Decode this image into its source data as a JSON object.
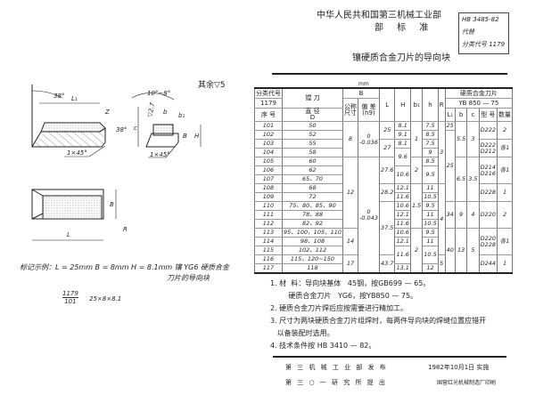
{
  "header": {
    "ministry": "中华人民共和国第三机械工业部",
    "standard_type": "部 标 准",
    "title": "镶硬质合金刀片的导向块",
    "code": "HB 3485-82",
    "replaces": "代替",
    "class_code": "分类代号 1179"
  },
  "drawing": {
    "surface_note": "其余▽5",
    "labels": {
      "angle1": "38°",
      "L1": "L₁",
      "Z": "Z",
      "angle2": "38°",
      "chamfer1": "1×45°",
      "angle3": "10°~8°",
      "r": "▽2.7",
      "b": "b",
      "b1": "b₁",
      "c": "c",
      "B": "B",
      "H": "H",
      "chamfer2": "1×45°",
      "B2": "B",
      "R": "R",
      "L": "L"
    }
  },
  "table": {
    "unit": "mm",
    "headers": {
      "seq_top": "分类代号",
      "seq_code": "1179",
      "seq": "序 号",
      "D_top": "镗 刀",
      "D": "直 径\nD",
      "B": "B",
      "B_nom": "公称\n尺寸",
      "B_tol": "偏 差\n(h9)",
      "L": "L",
      "H": "H",
      "b1": "b₁",
      "h": "h",
      "R": "R",
      "blade": "硬质合金刀片",
      "blade_std": "YB 850 — 75",
      "L1": "L₁",
      "b": "b",
      "c": "c",
      "type": "型 号",
      "qty": "数量"
    },
    "rows": [
      [
        [
          "101",
          1
        ],
        [
          "50",
          1
        ],
        [
          "8",
          4
        ],
        [
          "0\n-0.036",
          4
        ],
        [
          "25",
          2
        ],
        [
          "8.1",
          1
        ],
        [
          "1",
          4
        ],
        [
          "7.5",
          1
        ],
        [
          "3",
          7
        ],
        [
          "25",
          1
        ],
        [
          "5.5",
          4
        ],
        [
          "3",
          4
        ],
        [
          "D222",
          2
        ],
        [
          "2",
          2
        ]
      ],
      [
        [
          "102",
          1
        ],
        [
          "52",
          1
        ],
        [
          "9.1",
          1
        ],
        [
          "8.5",
          1
        ],
        [
          "25",
          8
        ]
      ],
      [
        [
          "103",
          1
        ],
        [
          "55",
          1
        ],
        [
          "27",
          2
        ],
        [
          "8.1",
          1
        ],
        [
          "7.5",
          1
        ],
        [
          "D222\nD212",
          2
        ],
        [
          "各1",
          2
        ]
      ],
      [
        [
          "104",
          1
        ],
        [
          "58",
          1
        ],
        [
          "9.6",
          2
        ],
        [
          "9",
          1
        ]
      ],
      [
        [
          "105",
          1
        ],
        [
          "60",
          1
        ],
        [
          "12",
          8
        ],
        [
          "0\n-0.043",
          13
        ],
        [
          "27.6",
          3
        ],
        [
          "2",
          3
        ],
        [
          "8.5",
          1
        ],
        [
          "6.5",
          5
        ],
        [
          "3.5",
          5
        ],
        [
          "D214\nD216",
          3
        ],
        [
          "各1",
          3
        ]
      ],
      [
        [
          "106",
          1
        ],
        [
          "62",
          1
        ],
        [
          "10.6",
          2
        ],
        [
          "9.5",
          2
        ]
      ],
      [
        [
          "107",
          1
        ],
        [
          "65、70",
          1
        ]
      ],
      [
        [
          "108",
          1
        ],
        [
          "68",
          1
        ],
        [
          "28.2",
          2
        ],
        [
          "12.1",
          1
        ],
        [
          "1.5",
          5
        ],
        [
          "11",
          1
        ],
        [
          "4",
          8
        ],
        [
          "D228",
          2
        ],
        [
          "1",
          2
        ]
      ],
      [
        [
          "109",
          1
        ],
        [
          "72",
          1
        ],
        [
          "11.6",
          1
        ],
        [
          "10.5",
          1
        ]
      ],
      [
        [
          "110",
          1
        ],
        [
          "75、80、85、90",
          1
        ],
        [
          "37.5",
          6
        ],
        [
          "10.6",
          1
        ],
        [
          "9.5",
          1
        ],
        [
          "34",
          3
        ],
        [
          "9",
          3
        ],
        [
          "4",
          3
        ],
        [
          "D220",
          3
        ],
        [
          "2",
          3
        ]
      ],
      [
        [
          "111",
          1
        ],
        [
          "78、88",
          1
        ],
        [
          "12.1",
          1
        ],
        [
          "11",
          1
        ]
      ],
      [
        [
          "112",
          1
        ],
        [
          "82、92",
          1
        ],
        [
          "11.6",
          1
        ],
        [
          "10.5",
          1
        ]
      ],
      [
        [
          "113",
          1
        ],
        [
          "95、100、105、110",
          1
        ],
        [
          "14",
          3
        ],
        [
          "10.6",
          1
        ],
        [
          "2",
          5
        ],
        [
          "9.5",
          1
        ],
        [
          "40",
          5
        ],
        [
          "13",
          5
        ],
        [
          "5",
          5
        ],
        [
          "D220\nD228",
          3
        ],
        [
          "各1",
          3
        ]
      ],
      [
        [
          "114",
          1
        ],
        [
          "98、108",
          1
        ],
        [
          "12.1",
          1
        ],
        [
          "11",
          1
        ]
      ],
      [
        [
          "115",
          1
        ],
        [
          "102、112",
          1
        ],
        [
          "11.6",
          2
        ],
        [
          "10.5",
          2
        ]
      ],
      [
        [
          "116",
          1
        ],
        [
          "115、120~150",
          1
        ],
        [
          "17",
          2
        ],
        [
          "43.7",
          2
        ],
        [
          "5",
          2
        ],
        [
          "D244",
          2
        ],
        [
          "1",
          2
        ]
      ],
      [
        [
          "117",
          1
        ],
        [
          "118",
          1
        ],
        [
          "13.1",
          1
        ],
        [
          "12",
          1
        ]
      ]
    ]
  },
  "example": {
    "line1": "标记示例：L = 25mm  B = 8mm  H = 8.1mm 镶 YG6 硬质合金",
    "line2": "刀片的导向块",
    "frac_top": "1179",
    "frac_bottom": "101",
    "frac_right": "25×8×8.1"
  },
  "notes": [
    "1. 材  料：导向块基体   45钢，按GB699 — 65。",
    "        硬质合金刀片   YG6，按YB850 — 75。",
    "2. 硬质合金刀片焊后应按需要进行精加工。",
    "3. 尺寸为两块硬质合金刀片组焊时，每两件导向块的焊缝位置应错开",
    "   以备装配时选用。",
    "4. 技术条件按 HB 3410 — 82。"
  ],
  "footer": {
    "issued_by": "第 三 机 械 工 业 部  发 布",
    "date": "1982年10月1日  实施",
    "proposed_by": "第 三 ○ 一 研 究 所  提 出",
    "publisher": "国营红光机械制造厂印刷"
  }
}
